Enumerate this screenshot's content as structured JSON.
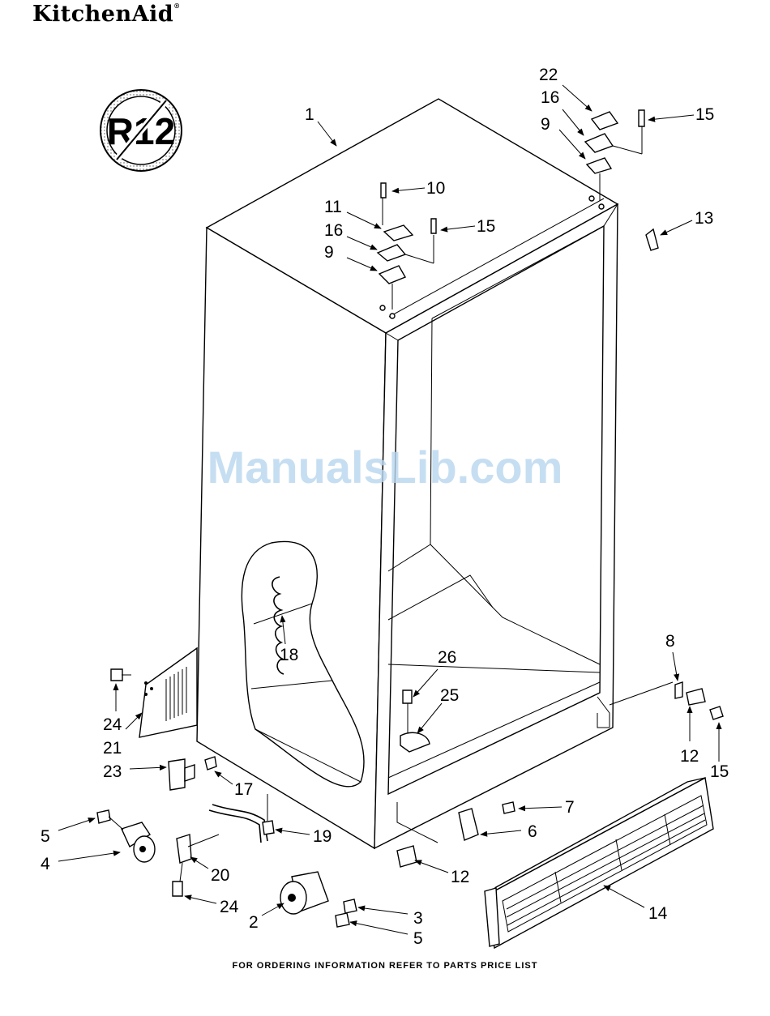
{
  "brand": "KitchenAid",
  "brand_mark": "®",
  "badge_text": "R12",
  "watermark": "ManualsLib.com",
  "footer": "FOR ORDERING INFORMATION REFER TO PARTS PRICE LIST",
  "callouts": [
    {
      "id": "c1",
      "label": "1"
    },
    {
      "id": "c22",
      "label": "22"
    },
    {
      "id": "c16a",
      "label": "16"
    },
    {
      "id": "c9a",
      "label": "9"
    },
    {
      "id": "c15a",
      "label": "15"
    },
    {
      "id": "c10",
      "label": "10"
    },
    {
      "id": "c11",
      "label": "11"
    },
    {
      "id": "c16b",
      "label": "16"
    },
    {
      "id": "c9b",
      "label": "9"
    },
    {
      "id": "c15b",
      "label": "15"
    },
    {
      "id": "c13",
      "label": "13"
    },
    {
      "id": "c18",
      "label": "18"
    },
    {
      "id": "c26",
      "label": "26"
    },
    {
      "id": "c25",
      "label": "25"
    },
    {
      "id": "c8",
      "label": "8"
    },
    {
      "id": "c12a",
      "label": "12"
    },
    {
      "id": "c15c",
      "label": "15"
    },
    {
      "id": "c24a",
      "label": "24"
    },
    {
      "id": "c21",
      "label": "21"
    },
    {
      "id": "c23",
      "label": "23"
    },
    {
      "id": "c17",
      "label": "17"
    },
    {
      "id": "c7",
      "label": "7"
    },
    {
      "id": "c6",
      "label": "6"
    },
    {
      "id": "c5a",
      "label": "5"
    },
    {
      "id": "c4",
      "label": "4"
    },
    {
      "id": "c19",
      "label": "19"
    },
    {
      "id": "c20",
      "label": "20"
    },
    {
      "id": "c12b",
      "label": "12"
    },
    {
      "id": "c24b",
      "label": "24"
    },
    {
      "id": "c14",
      "label": "14"
    },
    {
      "id": "c2",
      "label": "2"
    },
    {
      "id": "c3",
      "label": "3"
    },
    {
      "id": "c5b",
      "label": "5"
    }
  ]
}
